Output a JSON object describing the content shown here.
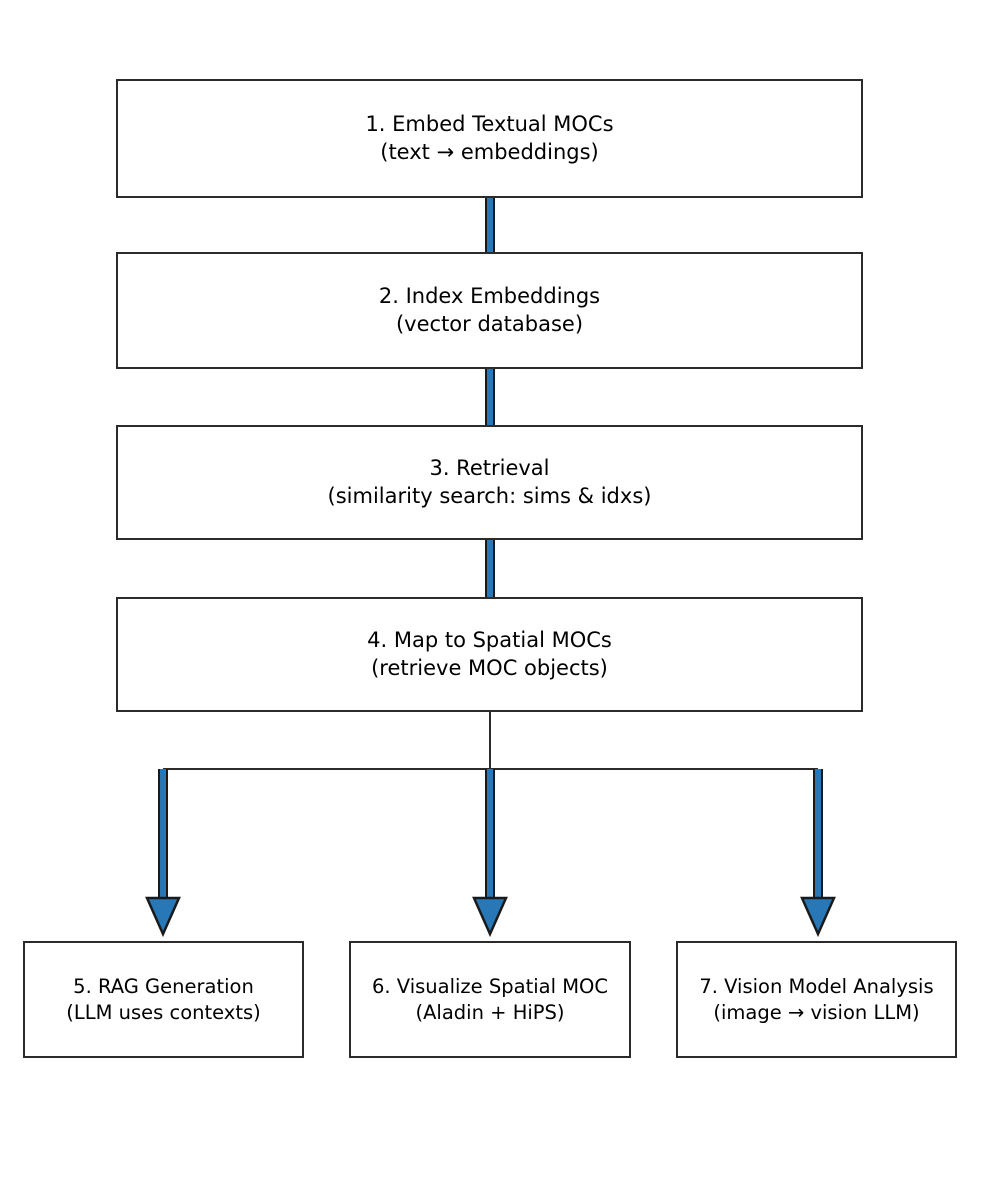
{
  "diagram": {
    "type": "flowchart",
    "orientation": "top-to-bottom",
    "background_color": "#ffffff",
    "node_border_color": "#2b2b2b",
    "node_fill_color": "#ffffff",
    "arrow_fill_color": "#2878b8",
    "arrow_outline_color": "#1a1a1a",
    "plain_connector_color": "#2b2b2b",
    "nodes": [
      {
        "id": "step1",
        "title": "1. Embed Textual MOCs",
        "subtitle": "(text → embeddings)",
        "text": "1. Embed Textual MOCs\n(text → embeddings)"
      },
      {
        "id": "step2",
        "title": "2. Index Embeddings",
        "subtitle": "(vector database)",
        "text": "2. Index Embeddings\n(vector database)"
      },
      {
        "id": "step3",
        "title": "3. Retrieval",
        "subtitle": "(similarity search: sims & idxs)",
        "text": "3. Retrieval\n(similarity search: sims & idxs)"
      },
      {
        "id": "step4",
        "title": "4. Map to Spatial MOCs",
        "subtitle": "(retrieve MOC objects)",
        "text": "4. Map to Spatial MOCs\n(retrieve MOC objects)"
      },
      {
        "id": "step5",
        "title": "5. RAG Generation",
        "subtitle": "(LLM uses contexts)",
        "text": "5. RAG Generation\n(LLM uses contexts)"
      },
      {
        "id": "step6",
        "title": "6. Visualize Spatial MOC",
        "subtitle": "(Aladin + HiPS)",
        "text": "6. Visualize Spatial MOC\n(Aladin + HiPS)"
      },
      {
        "id": "step7",
        "title": "7. Vision Model Analysis",
        "subtitle": "(image → vision LLM)",
        "text": "7. Vision Model Analysis\n(image → vision LLM)"
      }
    ],
    "edges": [
      {
        "from": "step1",
        "to": "step2",
        "style": "blue-bar",
        "arrowhead": false
      },
      {
        "from": "step2",
        "to": "step3",
        "style": "blue-bar",
        "arrowhead": false
      },
      {
        "from": "step3",
        "to": "step4",
        "style": "blue-bar",
        "arrowhead": false
      },
      {
        "from": "step4",
        "to": "branch",
        "style": "thin-line",
        "arrowhead": false
      },
      {
        "from": "branch",
        "to": "step5",
        "style": "blue-arrow",
        "arrowhead": true
      },
      {
        "from": "branch",
        "to": "step6",
        "style": "blue-arrow",
        "arrowhead": true
      },
      {
        "from": "branch",
        "to": "step7",
        "style": "blue-arrow",
        "arrowhead": true
      }
    ]
  }
}
